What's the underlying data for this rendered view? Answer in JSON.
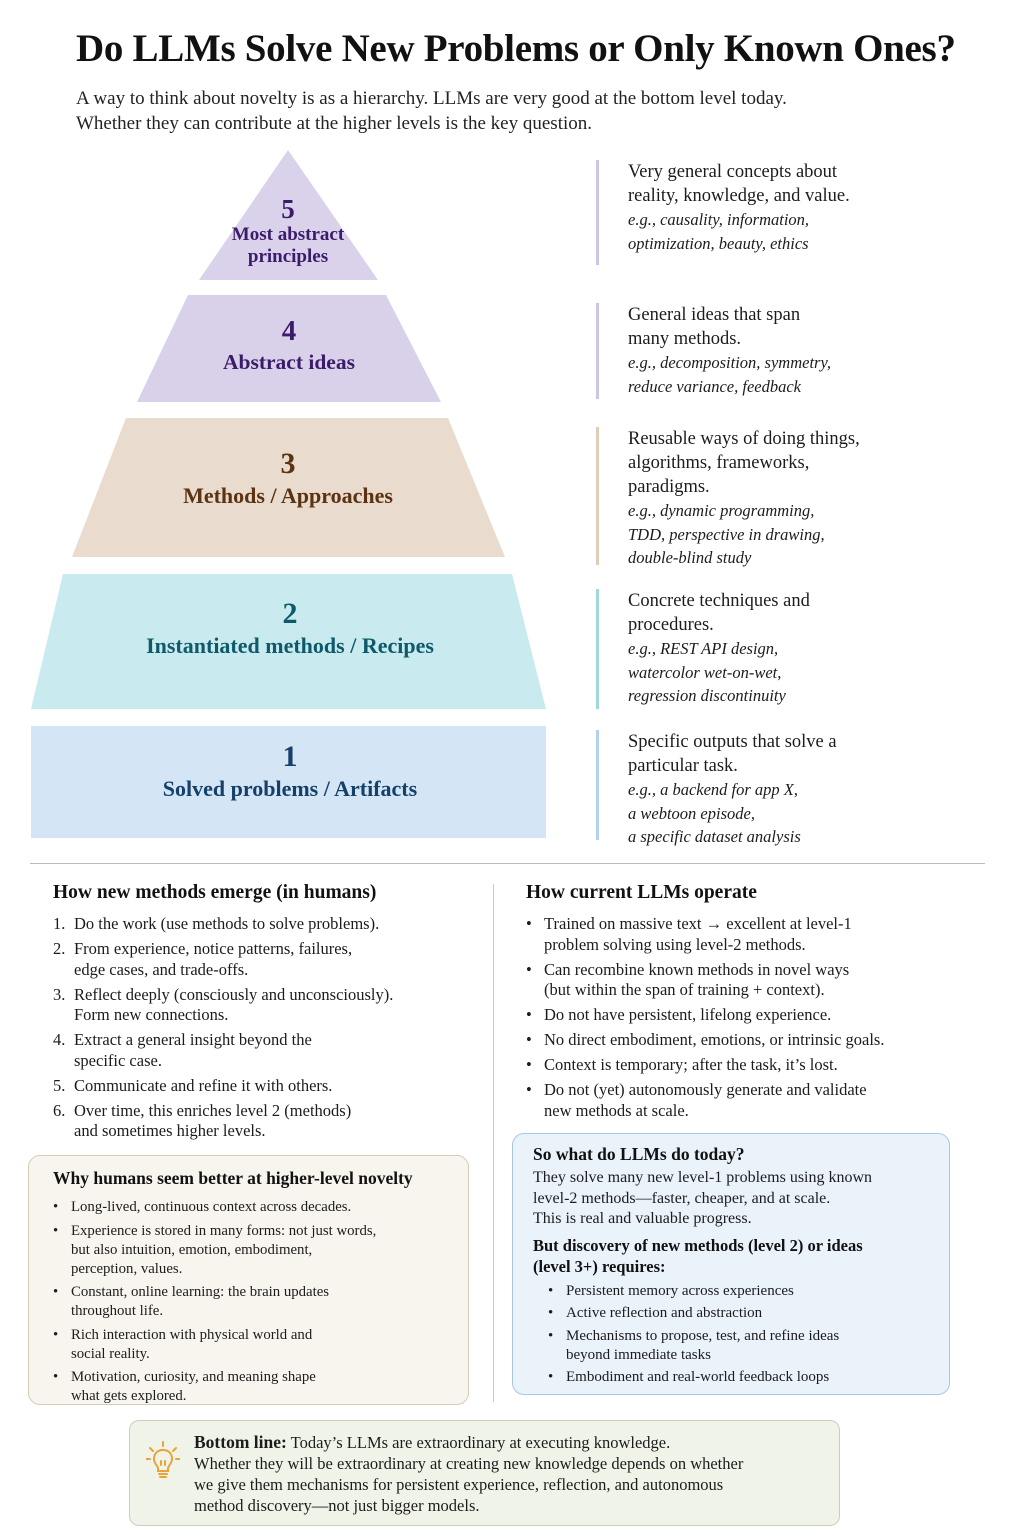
{
  "title": "Do LLMs Solve New Problems or Only Known Ones?",
  "subtitle_lines": [
    "A way to think about novelty is as a hierarchy.  LLMs are very good at the bottom level today.",
    "Whether they can contribute at the higher levels is the key question."
  ],
  "levels": [
    {
      "num": "5",
      "label_lines": [
        "Most abstract",
        "principles"
      ],
      "fill": "#d9d2ea",
      "text_color": "#3d1b6b",
      "bar_color": "#cfc5e3",
      "desc_lines": [
        "Very general concepts about",
        "reality, knowledge, and value."
      ],
      "example_lines": [
        "e.g., causality, information,",
        "optimization, beauty, ethics"
      ]
    },
    {
      "num": "4",
      "label_lines": [
        "Abstract ideas"
      ],
      "fill": "#d8d1e9",
      "text_color": "#3d1b6b",
      "bar_color": "#cfc5e3",
      "desc_lines": [
        "General ideas that span",
        "many methods."
      ],
      "example_lines": [
        "e.g., decomposition, symmetry,",
        "reduce variance, feedback"
      ]
    },
    {
      "num": "3",
      "label_lines": [
        "Methods / Approaches"
      ],
      "fill": "#e9dbcd",
      "text_color": "#5c3312",
      "bar_color": "#e0cdb8",
      "desc_lines": [
        "Reusable ways of doing things,",
        "algorithms, frameworks,",
        "paradigms."
      ],
      "example_lines": [
        "e.g., dynamic programming,",
        "TDD, perspective in drawing,",
        "double-blind study"
      ]
    },
    {
      "num": "2",
      "label_lines": [
        "Instantiated methods / Recipes"
      ],
      "fill": "#c9eaee",
      "text_color": "#0f5a6a",
      "bar_color": "#9fd7de",
      "desc_lines": [
        "Concrete techniques and",
        "procedures."
      ],
      "example_lines": [
        "e.g., REST API design,",
        "watercolor wet-on-wet,",
        "regression discontinuity"
      ]
    },
    {
      "num": "1",
      "label_lines": [
        "Solved problems / Artifacts"
      ],
      "fill": "#d4e6f6",
      "text_color": "#15406a",
      "bar_color": "#b3d1ec",
      "desc_lines": [
        "Specific outputs that solve a",
        "particular task."
      ],
      "example_lines": [
        "e.g., a backend for app X,",
        "a webtoon episode,",
        "a specific dataset analysis"
      ]
    }
  ],
  "humans": {
    "title": "How new methods emerge (in humans)",
    "steps": [
      {
        "num": "1.",
        "lines": [
          "Do the work (use methods to solve problems)."
        ]
      },
      {
        "num": "2.",
        "lines": [
          "From experience, notice patterns, failures,",
          "edge cases, and trade-offs."
        ]
      },
      {
        "num": "3.",
        "lines": [
          "Reflect deeply (consciously and unconsciously).",
          "Form new connections."
        ]
      },
      {
        "num": "4.",
        "lines": [
          "Extract a general insight beyond the",
          "specific case."
        ]
      },
      {
        "num": "5.",
        "lines": [
          "Communicate and refine it with others."
        ]
      },
      {
        "num": "6.",
        "lines": [
          "Over time, this enriches level 2 (methods)",
          "and sometimes higher levels."
        ]
      }
    ]
  },
  "why_box": {
    "title": "Why humans seem better at higher-level novelty",
    "items": [
      [
        "Long-lived, continuous context across decades."
      ],
      [
        "Experience is stored in many forms: not just words,",
        "but also intuition, emotion, embodiment,",
        "perception, values."
      ],
      [
        "Constant, online learning: the brain updates",
        "throughout life."
      ],
      [
        "Rich interaction with physical world and",
        "social reality."
      ],
      [
        "Motivation, curiosity, and meaning shape",
        "what gets explored."
      ]
    ]
  },
  "llms": {
    "title": "How current LLMs operate",
    "items": [
      [
        "Trained on massive text → excellent at level-1",
        "problem solving using level-2 methods."
      ],
      [
        "Can recombine known methods in novel ways",
        "(but within the span of training + context)."
      ],
      [
        "Do not have persistent, lifelong experience."
      ],
      [
        "No direct embodiment, emotions, or intrinsic goals."
      ],
      [
        "Context is temporary; after the task, it’s lost."
      ],
      [
        "Do not (yet) autonomously generate and validate",
        "new methods at scale."
      ]
    ]
  },
  "llm_box": {
    "title": "So what do LLMs do today?",
    "para_lines": [
      "They solve many new level-1 problems using known",
      "level-2 methods—faster, cheaper, and at scale.",
      "This is real and valuable progress."
    ],
    "sub_lines": [
      "But discovery of new methods (level 2) or ideas",
      "(level 3+) requires:"
    ],
    "items": [
      [
        "Persistent memory across experiences"
      ],
      [
        "Active reflection and abstraction"
      ],
      [
        "Mechanisms to propose, test, and refine ideas",
        "beyond immediate tasks"
      ],
      [
        "Embodiment and real-world feedback loops"
      ]
    ]
  },
  "bottom_line": {
    "label": "Bottom line:",
    "first_line": "Today’s LLMs are extraordinary at executing knowledge.",
    "lines": [
      "Whether they will be extraordinary at creating new knowledge depends on whether",
      "we give them mechanisms for persistent experience, reflection, and autonomous",
      "method discovery—not just bigger models."
    ],
    "icon": "lightbulb-icon",
    "icon_color": "#e8a33a"
  }
}
